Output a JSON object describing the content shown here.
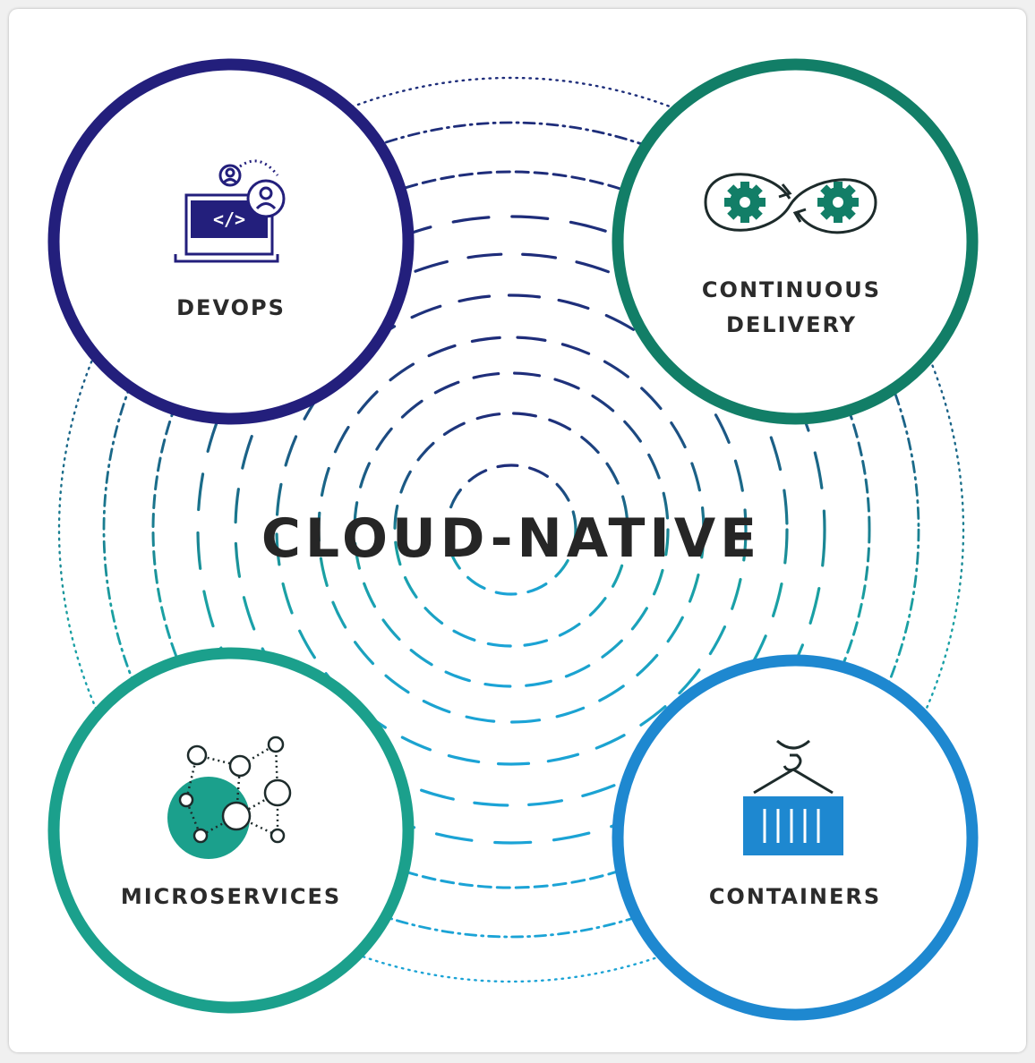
{
  "center": {
    "title": "CLOUD-NATIVE"
  },
  "nodes": {
    "devops": {
      "label": "DEVOPS",
      "icon": "laptop-code-people-icon",
      "color": "#231F7C"
    },
    "continuous_delivery": {
      "label_line1": "CONTINUOUS",
      "label_line2": "DELIVERY",
      "icon": "infinity-gears-icon",
      "color": "#127E67"
    },
    "microservices": {
      "label": "MICROSERVICES",
      "icon": "network-nodes-icon",
      "color": "#1BA08C"
    },
    "containers": {
      "label": "CONTAINERS",
      "icon": "shipping-container-crane-icon",
      "color": "#1E88D0"
    }
  },
  "rings": {
    "top_color": "#1E2C7A",
    "bottom_color": "#1BA3D6"
  }
}
